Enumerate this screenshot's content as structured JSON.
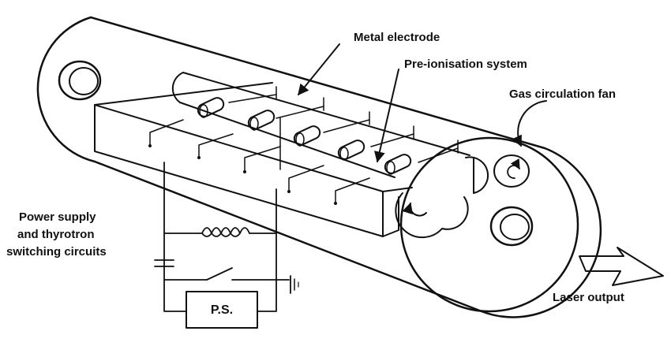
{
  "labels": {
    "metal_electrode": "Metal electrode",
    "pre_ionisation": "Pre-ionisation system",
    "gas_fan": "Gas circulation fan",
    "power_line1": "Power supply",
    "power_line2": "and thyrotron",
    "power_line3": "switching circuits",
    "laser_output": "Laser output",
    "ps_box": "P.S."
  },
  "colors": {
    "ink": "#111111",
    "paper": "#ffffff"
  }
}
